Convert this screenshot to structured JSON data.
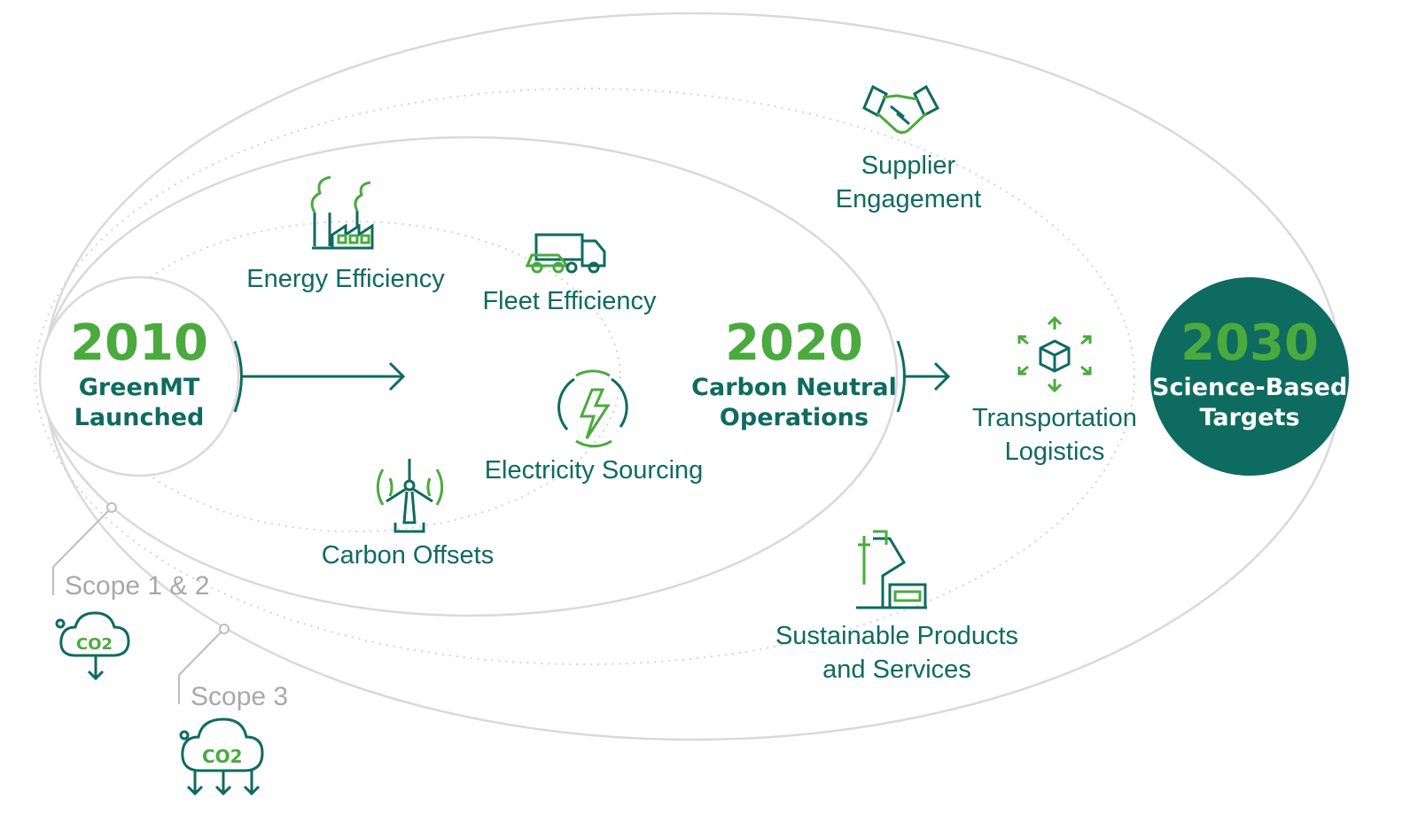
{
  "milestones": {
    "m2010": {
      "year": "2010",
      "line1": "GreenMT",
      "line2": "Launched"
    },
    "m2020": {
      "year": "2020",
      "line1": "Carbon Neutral",
      "line2": "Operations"
    },
    "m2030": {
      "year": "2030",
      "line1": "Science-Based",
      "line2": "Targets"
    }
  },
  "initiatives": {
    "energy_efficiency": "Energy Efficiency",
    "fleet_efficiency": "Fleet Efficiency",
    "electricity_sourcing": "Electricity Sourcing",
    "carbon_offsets": "Carbon Offsets",
    "supplier_engagement": {
      "line1": "Supplier",
      "line2": "Engagement"
    },
    "transportation_logistics": {
      "line1": "Transportation",
      "line2": "Logistics"
    },
    "sustainable_products": {
      "line1": "Sustainable Products",
      "line2": "and Services"
    }
  },
  "scopes": {
    "scope12": {
      "label": "Scope 1 & 2",
      "icon_text": "CO2"
    },
    "scope3": {
      "label": "Scope 3",
      "icon_text": "CO2"
    }
  },
  "colors": {
    "dark_teal": "#0e6b5f",
    "green": "#4aaa3e",
    "grey_line": "#d9d9d9",
    "scope_grey": "#a8a8a8"
  },
  "icons": [
    "factory-icon",
    "truck-icon",
    "electricity-cycle-icon",
    "wind-turbine-icon",
    "handshake-icon",
    "logistics-box-icon",
    "robot-arm-icon",
    "co2-cloud-icon",
    "arrow-right-icon"
  ]
}
